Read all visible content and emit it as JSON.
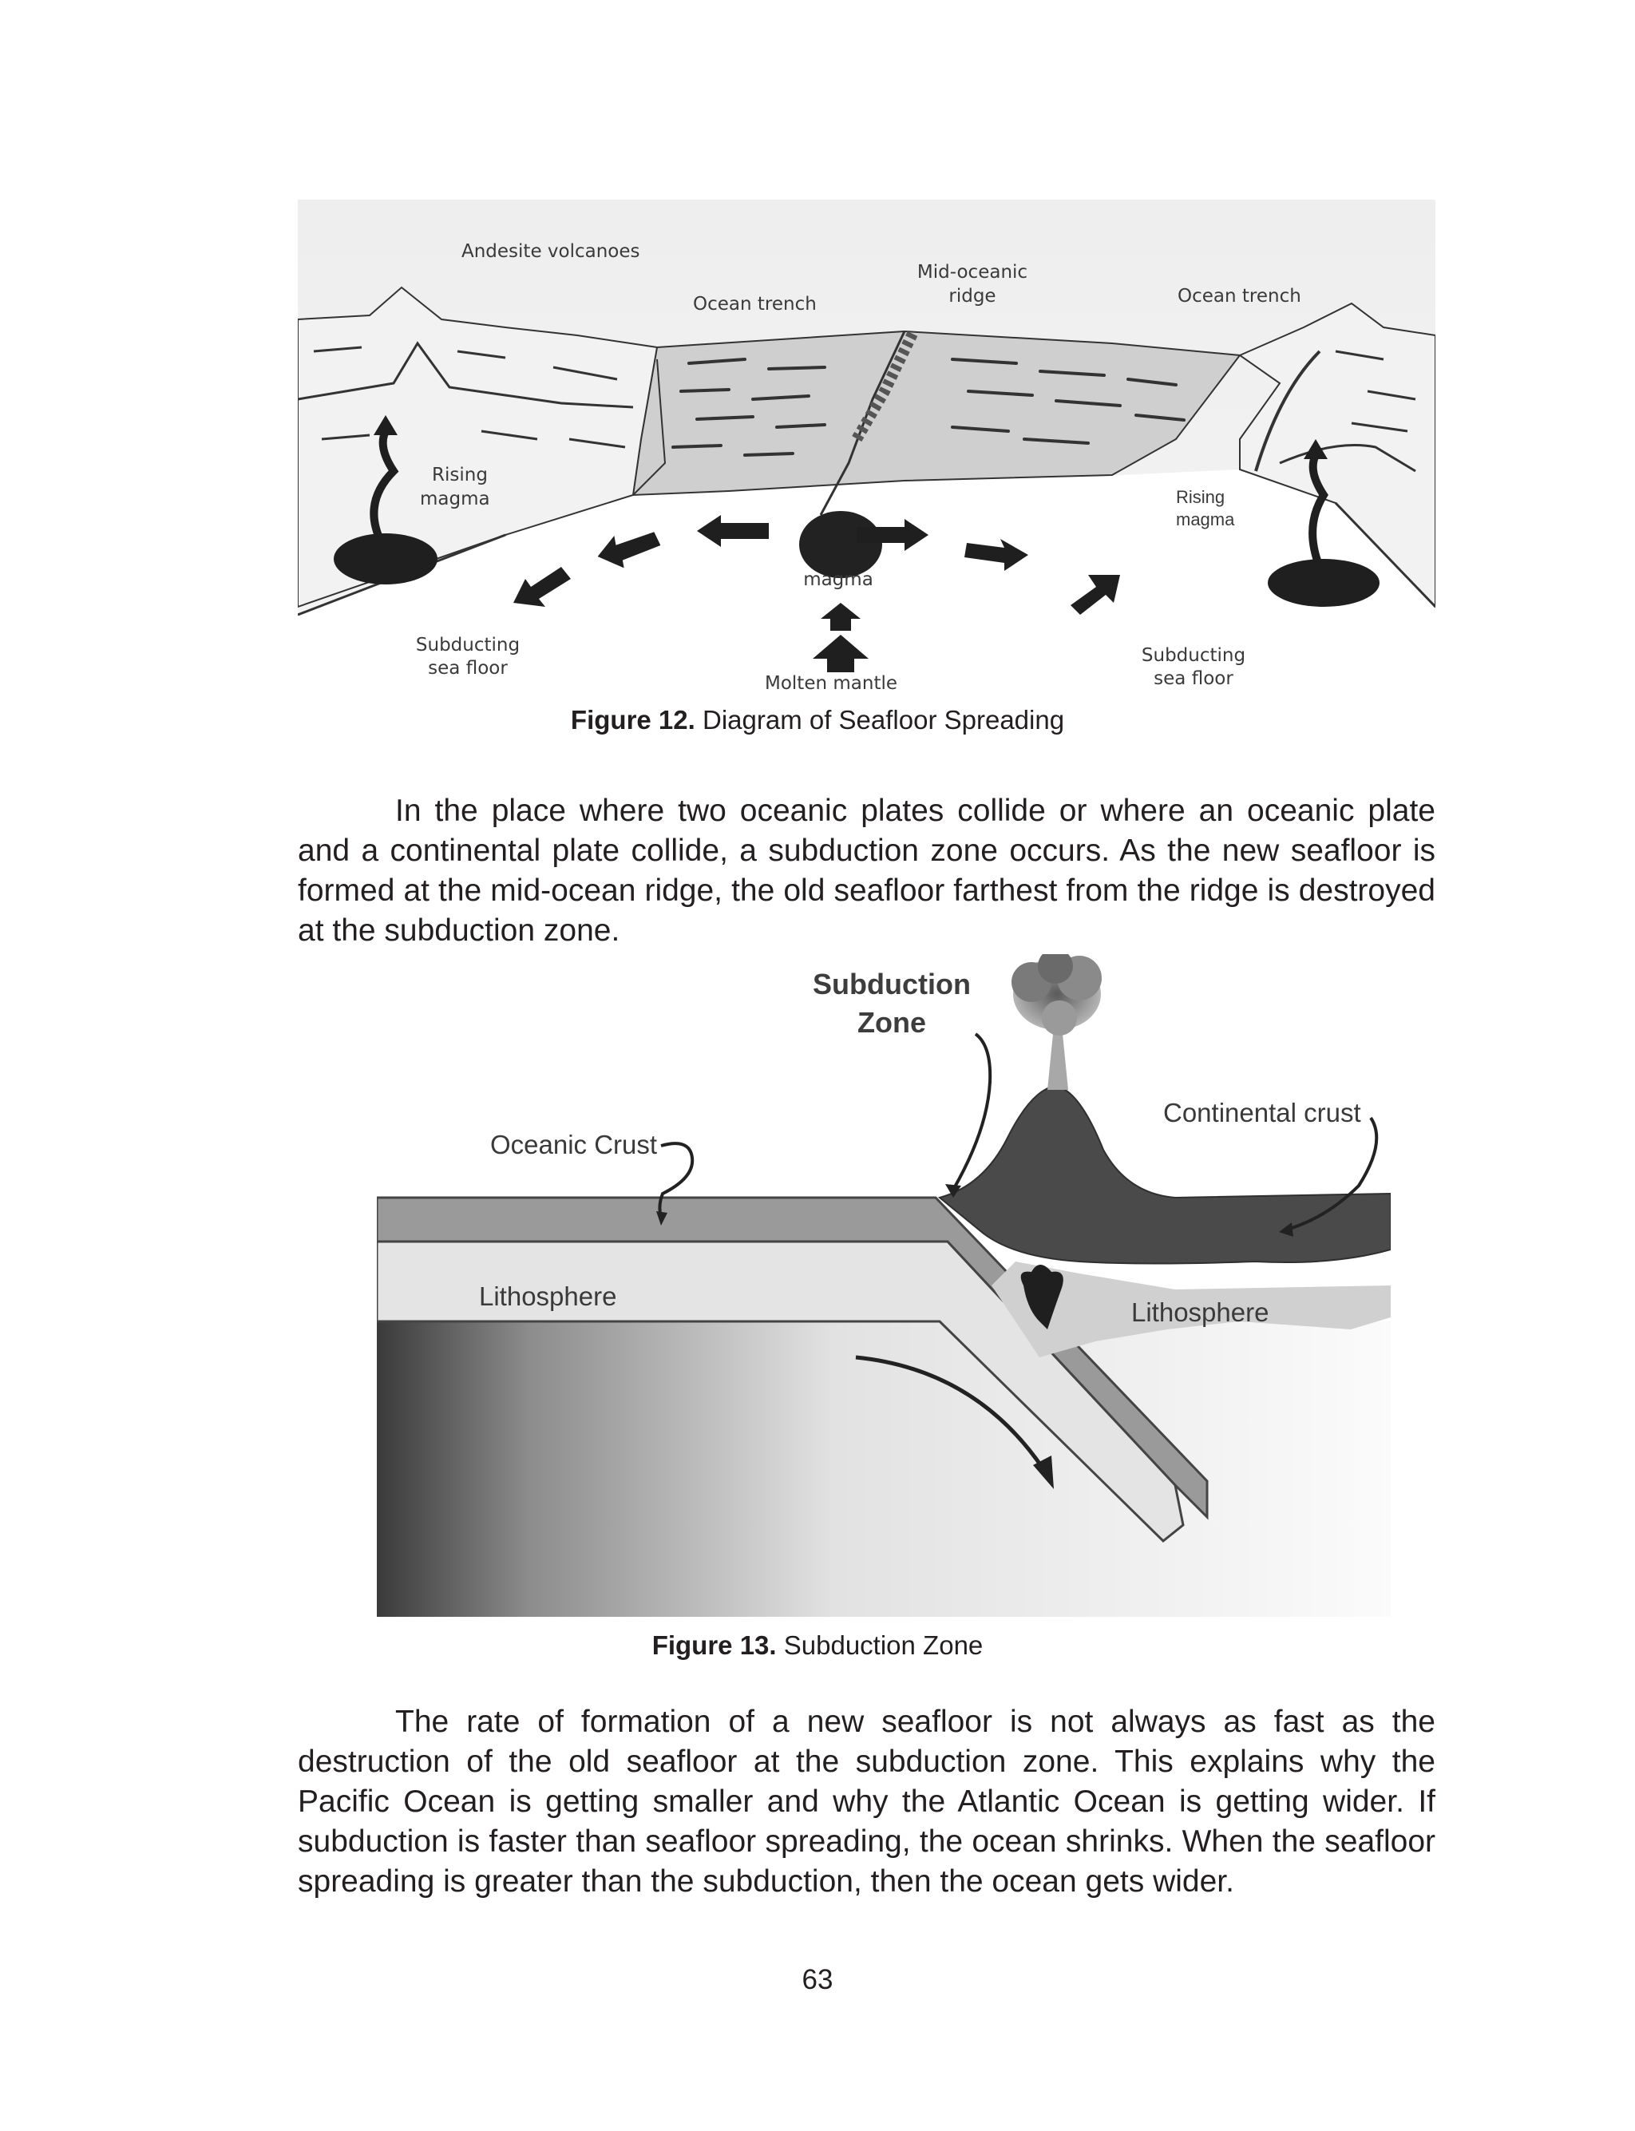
{
  "figure12": {
    "labels": {
      "andesite_volcanoes": "Andesite volcanoes",
      "ocean_trench_left": "Ocean trench",
      "mid_oceanic_line1": "Mid-oceanic",
      "mid_oceanic_line2": "ridge",
      "ocean_trench_right": "Ocean trench",
      "rising_magma_left_line1": "Rising",
      "rising_magma_left_line2": "magma",
      "rising_magma_right_line1": "Rising",
      "rising_magma_right_line2": "magma",
      "magma": "magma",
      "subducting_left_line1": "Subducting",
      "subducting_left_line2": "sea floor",
      "molten_mantle": "Molten mantle",
      "subducting_right_line1": "Subducting",
      "subducting_right_line2": "sea floor"
    },
    "caption_bold": "Figure 12.",
    "caption_text": " Diagram of Seafloor Spreading"
  },
  "paragraph1": "In the place where two oceanic plates collide or where an oceanic plate and a continental plate collide, a subduction zone occurs. As the new seafloor is formed at the mid-ocean ridge, the old seafloor farthest from the ridge is destroyed at the subduction zone.",
  "figure13": {
    "labels": {
      "subduction_line1": "Subduction",
      "subduction_line2": "Zone",
      "continental_crust": "Continental crust",
      "oceanic_crust": "Oceanic Crust",
      "lithosphere_left": "Lithosphere",
      "lithosphere_right": "Lithosphere"
    },
    "caption_bold": "Figure 13.",
    "caption_text": " Subduction Zone"
  },
  "paragraph2": "The rate of formation of a new seafloor is not always as fast as the destruction of the old seafloor at the subduction zone.  This explains why the Pacific Ocean is getting smaller and why the Atlantic Ocean is getting wider. If subduction is faster than seafloor spreading, the ocean shrinks.  When the seafloor spreading is greater than the subduction, then the ocean gets wider.",
  "page_number": "63"
}
